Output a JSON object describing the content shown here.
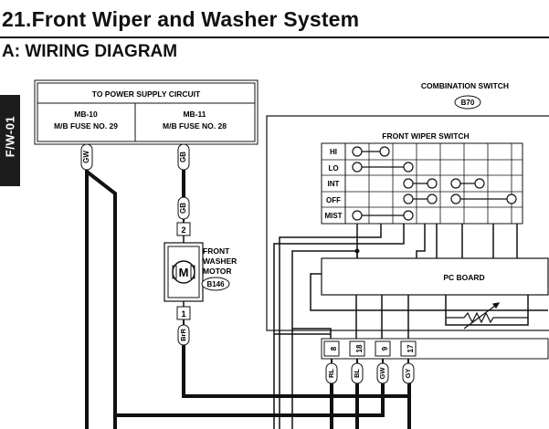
{
  "page": {
    "title": "21.Front Wiper and Washer System",
    "section": "A:  WIRING DIAGRAM",
    "side_tab": "F/W-01"
  },
  "power_supply": {
    "title": "TO POWER SUPPLY CIRCUIT",
    "fuse_left_line1": "MB-10",
    "fuse_left_line2": "M/B FUSE NO. 29",
    "fuse_right_line1": "MB-11",
    "fuse_right_line2": "M/B FUSE NO. 28"
  },
  "combination_switch": {
    "label": "COMBINATION SWITCH",
    "connector": "B70",
    "front_wiper_switch": "FRONT WIPER SWITCH",
    "positions": [
      "HI",
      "LO",
      "INT",
      "OFF",
      "MIST"
    ],
    "pc_board": "PC BOARD",
    "pins": [
      "8",
      "18",
      "9",
      "17"
    ],
    "wire_colors": [
      "RL",
      "BL",
      "GW",
      "GY"
    ]
  },
  "washer_motor": {
    "line1": "FRONT",
    "line2": "WASHER",
    "line3": "MOTOR",
    "connector": "B146",
    "symbol": "M",
    "pin_top": "2",
    "pin_bottom": "1",
    "wire_top": "GB",
    "wire_bottom": "BrR"
  },
  "wires": {
    "gw": "GW",
    "gb": "GB"
  }
}
